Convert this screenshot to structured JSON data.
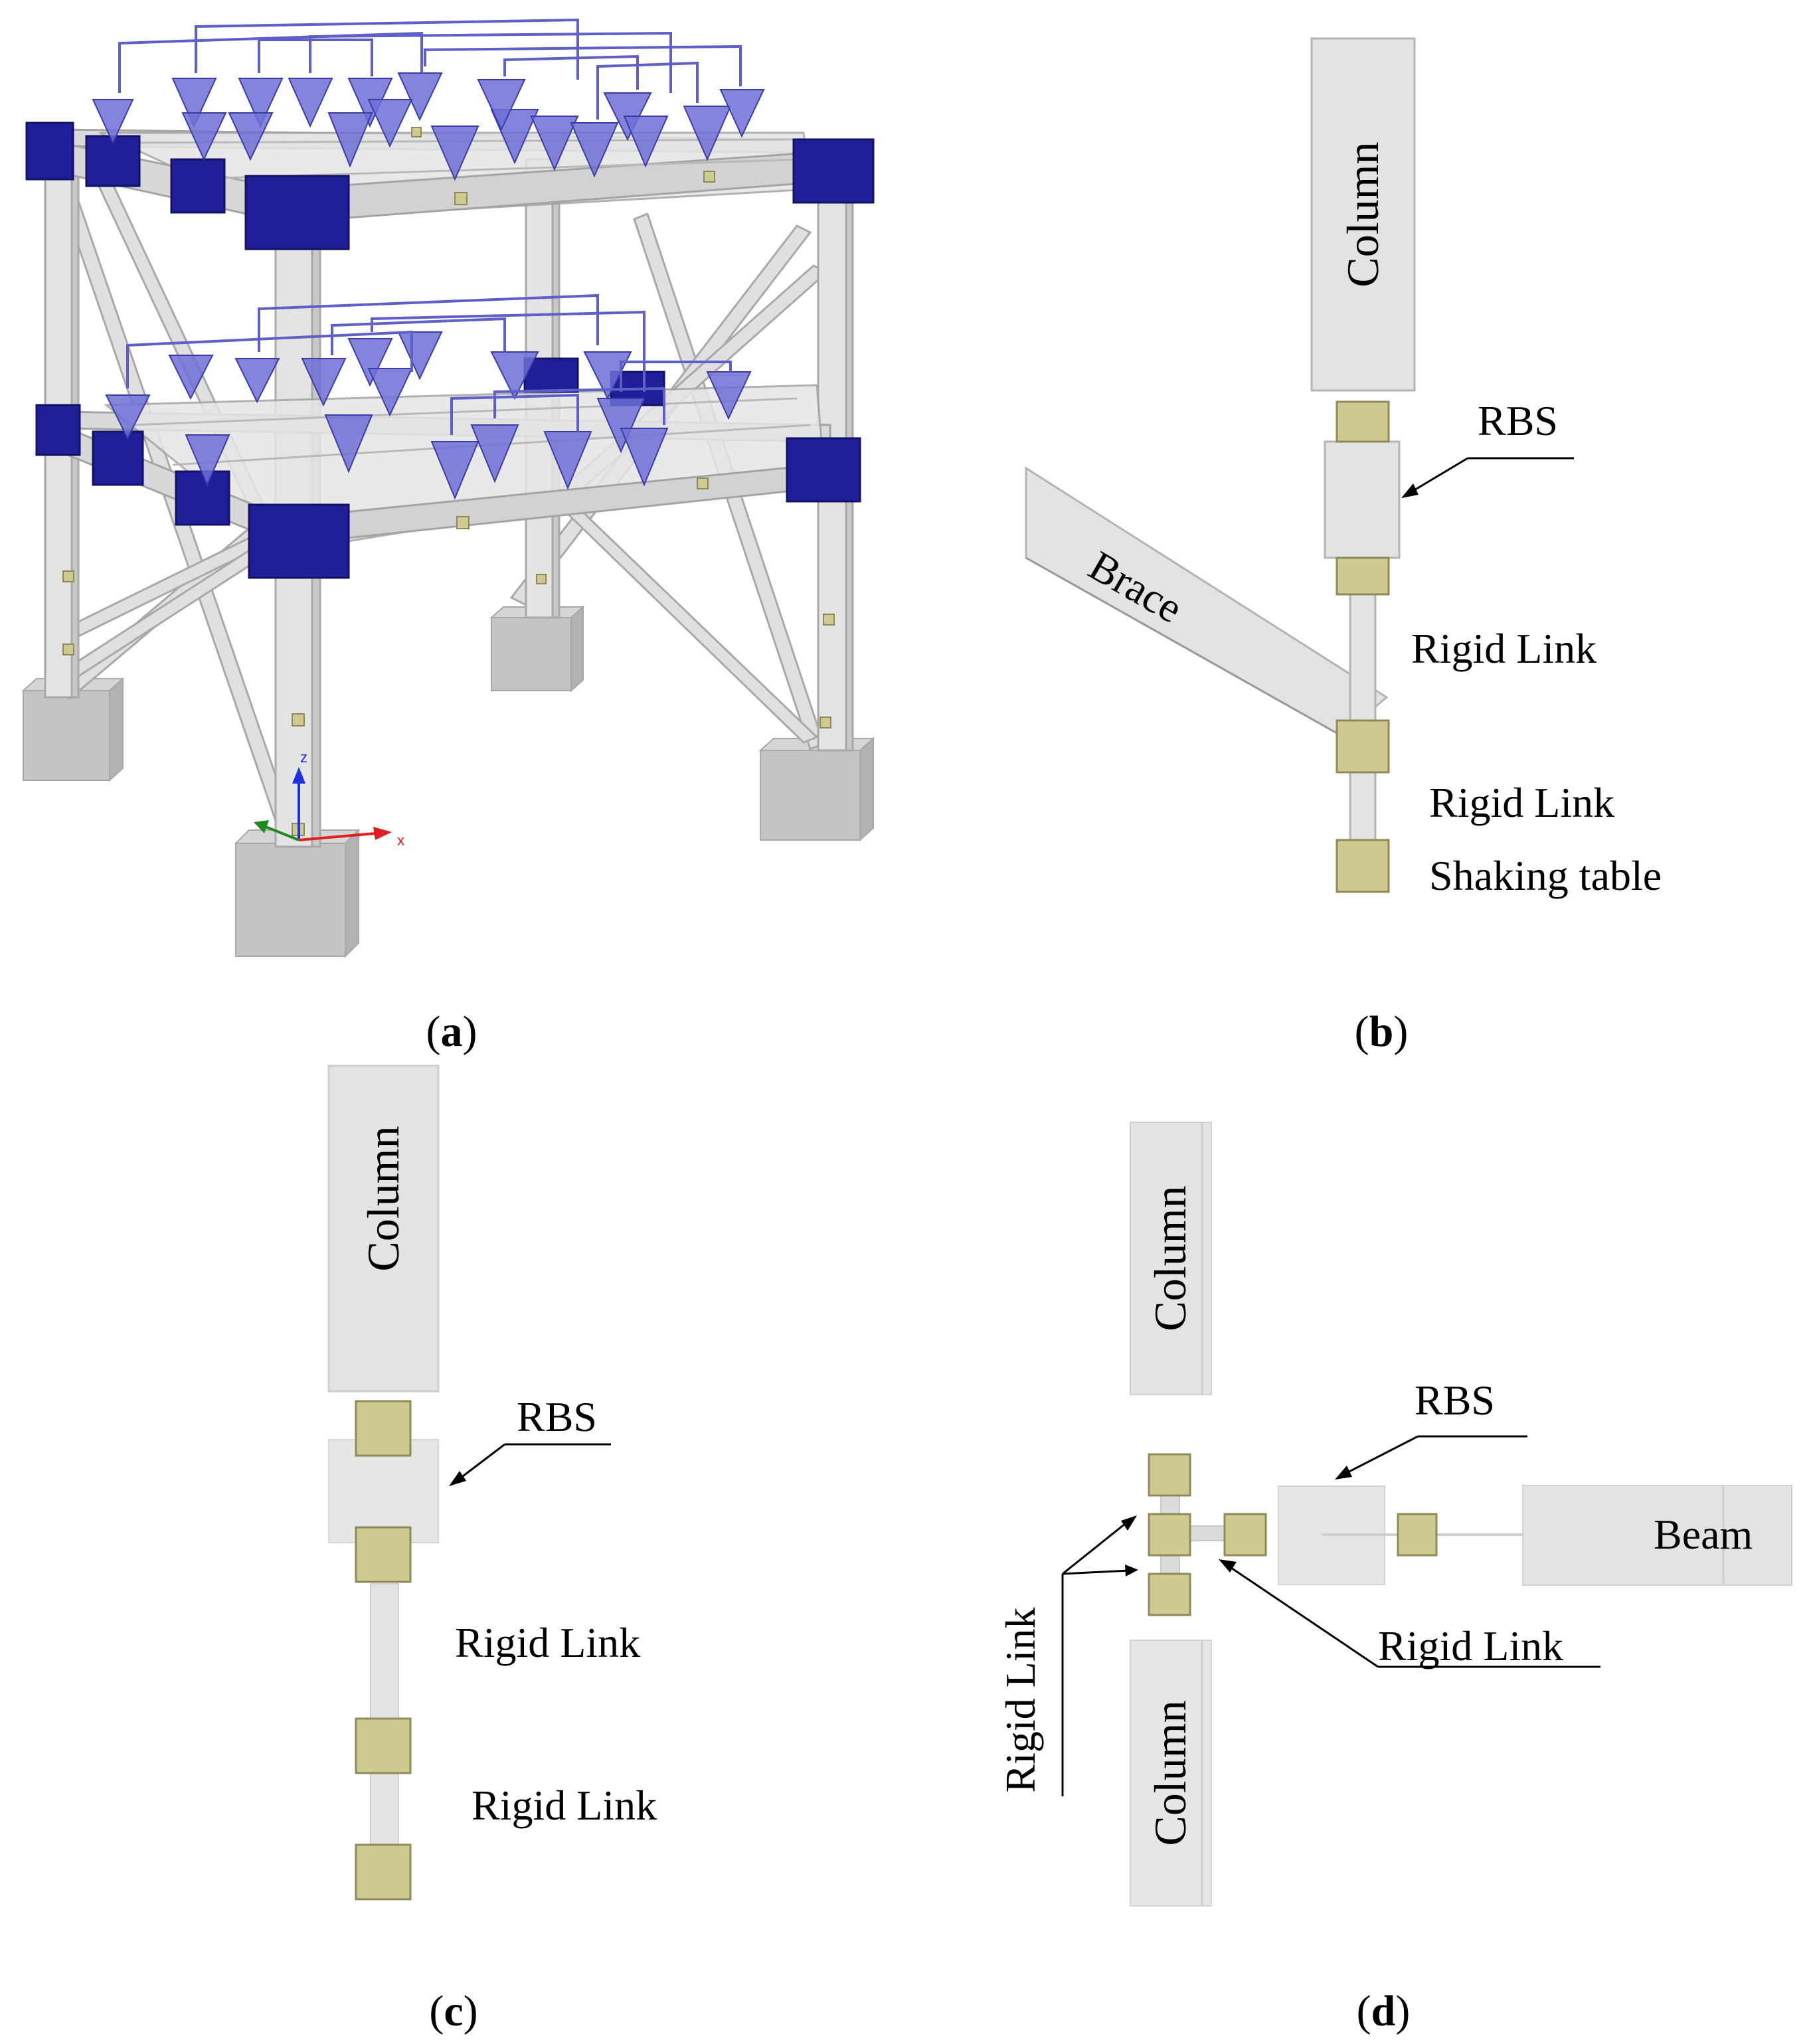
{
  "colors": {
    "member_fill": "#e3e3e3",
    "member_stroke": "#b4b4b4",
    "node_fill": "#cfca90",
    "node_stroke": "#8e8a5a",
    "frame_joint": "#1f1f9a",
    "mass_cone": "#6f6fd6",
    "mass_link": "#5f5fc8",
    "foundation": "#c4c4c4",
    "axis_x": "#e02020",
    "axis_y": "#208a20",
    "axis_z": "#2030e0"
  },
  "panel_a": {
    "caption_letter": "a",
    "axis_labels": {
      "z": "z",
      "x": "x"
    }
  },
  "panel_b": {
    "caption_letter": "b",
    "column_label": "Column",
    "rbs_label": "RBS",
    "brace_label": "Brace",
    "rigid_link_upper": "Rigid Link",
    "rigid_link_lower": "Rigid Link",
    "shaking_table_label": "Shaking table"
  },
  "panel_c": {
    "caption_letter": "c",
    "column_label": "Column",
    "rbs_label": "RBS",
    "rigid_link_upper": "Rigid Link",
    "rigid_link_lower": "Rigid Link"
  },
  "panel_d": {
    "caption_letter": "d",
    "column_top_label": "Column",
    "column_bottom_label": "Column",
    "rbs_label": "RBS",
    "beam_label": "Beam",
    "rigid_link_vertical": "Rigid Link",
    "rigid_link_right": "Rigid Link"
  }
}
